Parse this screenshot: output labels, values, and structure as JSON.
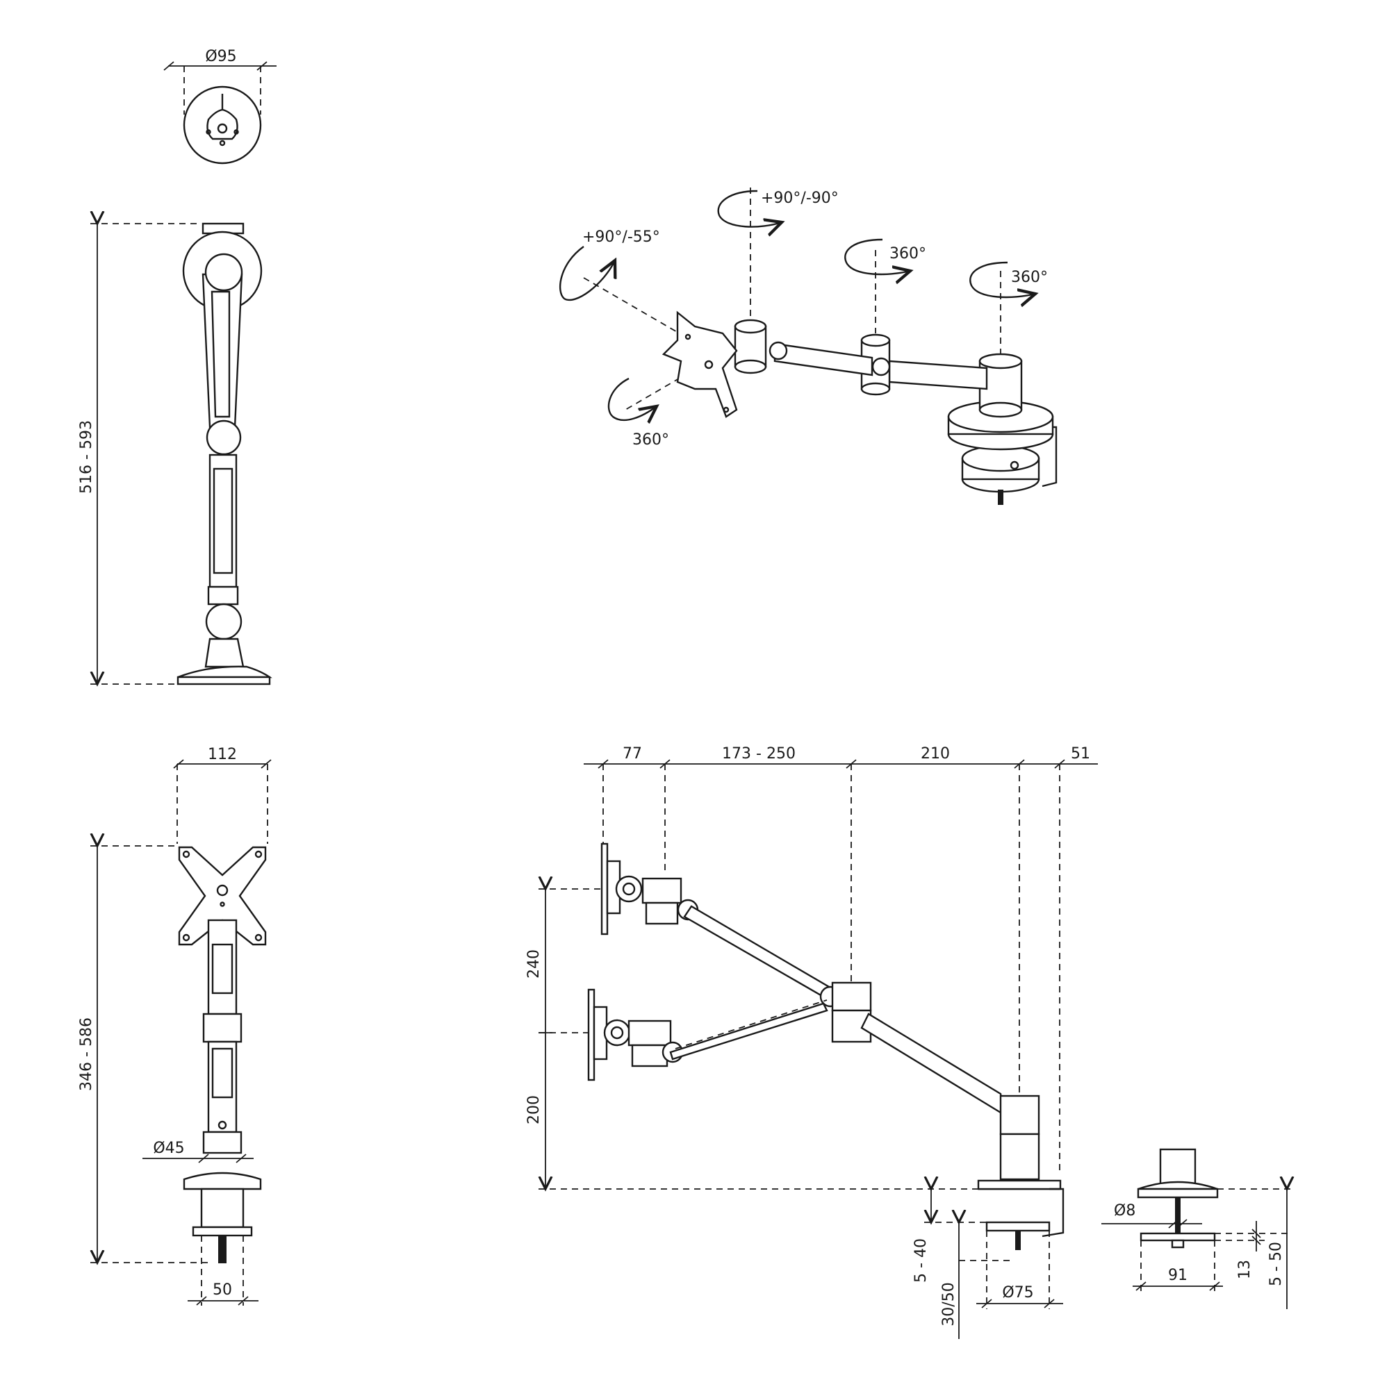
{
  "colors": {
    "line": "#1a1a1a",
    "background": "#ffffff"
  },
  "top_view": {
    "diameter": "Ø95"
  },
  "side_view": {
    "height": "516 - 593"
  },
  "front_view": {
    "width": "112",
    "height": "346 - 586",
    "pole_diameter": "Ø45",
    "clamp_width": "50"
  },
  "rotations": {
    "tilt": "+90°/-55°",
    "swivel_head": "+90°/-90°",
    "joint_mid": "360°",
    "joint_base": "360°",
    "rotate_plate": "360°"
  },
  "plan_view": {
    "reach_plate": "77",
    "reach_arm": "173 - 250",
    "reach_base_arm": "210",
    "reach_clamp": "51",
    "height_upper": "240",
    "height_lower": "200",
    "desk_thickness": "5 - 40",
    "clamp_offset": "30/50",
    "clamp_diameter": "Ø75"
  },
  "grommet": {
    "bolt_diameter": "Ø8",
    "plate_width": "91",
    "plate_thickness": "13",
    "desk_thickness": "5 - 50"
  }
}
